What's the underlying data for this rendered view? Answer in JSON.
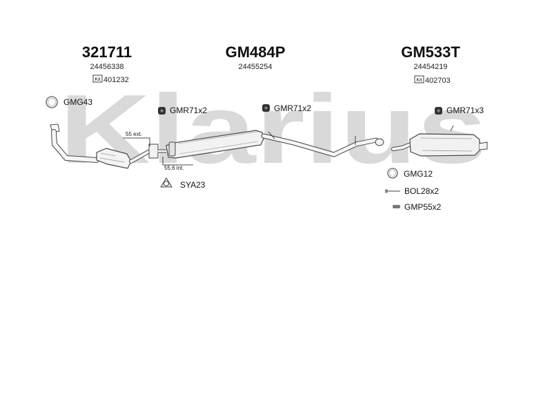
{
  "watermark": {
    "brand": "Klarius"
  },
  "sections": [
    {
      "part_number": "321711",
      "oe_number": "24456338",
      "kit_badge": "Kit",
      "kit_number": "401232"
    },
    {
      "part_number": "GM484P",
      "oe_number": "24455254"
    },
    {
      "part_number": "GM533T",
      "oe_number": "24454219",
      "kit_badge": "Kit",
      "kit_number": "402703"
    }
  ],
  "accessories": {
    "gasket_front": "GMG43",
    "rubber_mount_1": "GMR71x2",
    "rubber_mount_2": "GMR71x2",
    "rubber_mount_3": "GMR71x3",
    "clamp": "SYA23",
    "gasket_rear": "GMG12",
    "bolt": "BOL28x2",
    "spring": "GMP55x2"
  },
  "dimensions": {
    "external": "55 ext.",
    "internal": "55.6 int."
  }
}
